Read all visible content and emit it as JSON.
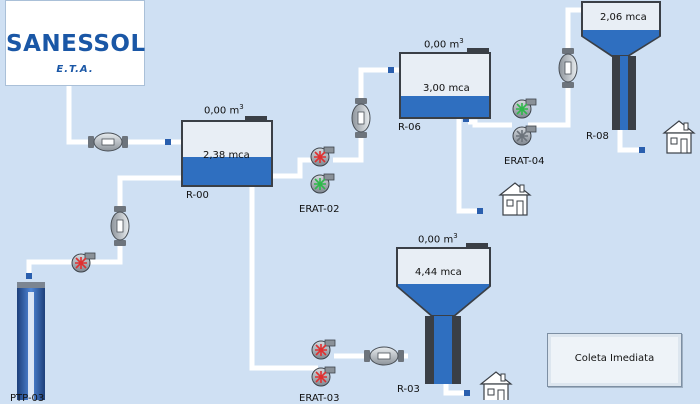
{
  "logo": {
    "name": "SANESSOL",
    "subtitle": "E.T.A."
  },
  "tanks": {
    "r00": {
      "name": "R-00",
      "volume": "0,00 m",
      "level": "2,38 mca"
    },
    "r06": {
      "name": "R-06",
      "volume": "0,00 m",
      "level": "3,00 mca"
    },
    "r03": {
      "name": "R-03",
      "volume": "0,00 m",
      "level": "4,44 mca"
    },
    "r08": {
      "name": "R-08",
      "level": "2,06 mca"
    }
  },
  "volume_unit_exponent": "3",
  "stations": {
    "erat02": "ERAT-02",
    "erat04": "ERAT-04",
    "erat03": "ERAT-03",
    "ptp": "PTP-03"
  },
  "button": {
    "label": "Coleta Imediata"
  },
  "colors": {
    "background": "#cfe0f3",
    "pipe": "#ffffff",
    "water": "#2f6fc0",
    "tank_wall": "#3a3f46",
    "pump_on": "#2fb84a",
    "pump_off": "#e03030",
    "logo_text": "#1a57a6",
    "logo_wave": "#e8a21b"
  }
}
